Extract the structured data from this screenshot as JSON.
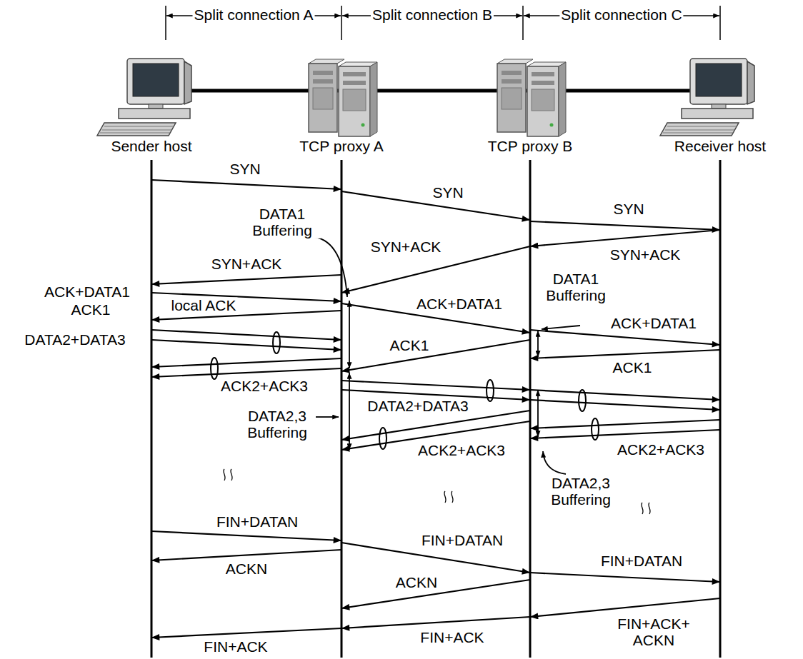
{
  "diagram": {
    "nodes": [
      {
        "text": [
          "Sender host"
        ]
      },
      {
        "text": [
          "TCP proxy A"
        ]
      },
      {
        "text": [
          "TCP proxy B"
        ]
      },
      {
        "text": [
          "Receiver host"
        ]
      }
    ],
    "edges": [
      {
        "from": 0,
        "to": 1,
        "arrow": "to",
        "label": "SYN"
      },
      {
        "from": 1,
        "to": 2,
        "arrow": "to",
        "label": "SYN"
      },
      {
        "from": 2,
        "to": 3,
        "arrow": "to",
        "label": "SYN"
      },
      {
        "from": 3,
        "to": 2,
        "arrow": "to",
        "label": "SYN+ACK"
      },
      {
        "from": 2,
        "to": 1,
        "arrow": "to",
        "label": "SYN+ACK"
      },
      {
        "from": 1,
        "to": 0,
        "arrow": "to",
        "label": "SYN+ACK"
      },
      {
        "from": 0,
        "to": 1,
        "arrow": "to",
        "label": "ACK+DATA1"
      },
      {
        "from": 1,
        "to": 0,
        "arrow": "to",
        "label": "local ACK"
      },
      {
        "from": 1,
        "to": 2,
        "arrow": "to",
        "label": "ACK+DATA1"
      },
      {
        "from": 0,
        "to": 1,
        "arrow": "to",
        "label": "DATA2+DATA3"
      },
      {
        "from": 0,
        "to": 1,
        "arrow": "to"
      },
      {
        "from": 2,
        "to": 3,
        "arrow": "to",
        "label": "ACK+DATA1"
      },
      {
        "from": 3,
        "to": 2,
        "arrow": "to",
        "label": "ACK1"
      },
      {
        "from": 2,
        "to": 1,
        "arrow": "to",
        "label": "ACK1"
      },
      {
        "from": 1,
        "to": 0,
        "arrow": "to",
        "label": "ACK2+ACK3"
      },
      {
        "from": 1,
        "to": 0,
        "arrow": "to"
      },
      {
        "from": 1,
        "to": 2,
        "arrow": "to",
        "label": "DATA2+DATA3"
      },
      {
        "from": 1,
        "to": 2,
        "arrow": "to"
      },
      {
        "from": 2,
        "to": 3,
        "arrow": "to"
      },
      {
        "from": 2,
        "to": 3,
        "arrow": "to"
      },
      {
        "from": 3,
        "to": 2,
        "arrow": "to",
        "label": "ACK2+ACK3"
      },
      {
        "from": 3,
        "to": 2,
        "arrow": "to"
      },
      {
        "from": 2,
        "to": 1,
        "arrow": "to",
        "label": "ACK2+ACK3"
      },
      {
        "from": 2,
        "to": 1,
        "arrow": "to"
      },
      {
        "from": 0,
        "to": 1,
        "arrow": "to",
        "label": "FIN+DATAN"
      },
      {
        "from": 1,
        "to": 0,
        "arrow": "to",
        "label": "ACKN"
      },
      {
        "from": 1,
        "to": 2,
        "arrow": "to",
        "label": "FIN+DATAN"
      },
      {
        "from": 2,
        "to": 3,
        "arrow": "to",
        "label": "FIN+DATAN"
      },
      {
        "from": 2,
        "to": 1,
        "arrow": "to",
        "label": "ACKN"
      },
      {
        "from": 3,
        "to": 2,
        "arrow": "to",
        "label": "FIN+ACK+ ACKN"
      },
      {
        "from": 2,
        "to": 1,
        "arrow": "to",
        "label": "FIN+ACK"
      },
      {
        "from": 1,
        "to": 0,
        "arrow": "to",
        "label": "FIN+ACK"
      }
    ],
    "labels": [
      "Split connection A",
      "Split connection B",
      "Split connection C",
      "DATA1 Buffering",
      "DATA1 Buffering",
      "ACK1",
      "DATA2,3 Buffering",
      "DATA2,3 Buffering"
    ]
  }
}
